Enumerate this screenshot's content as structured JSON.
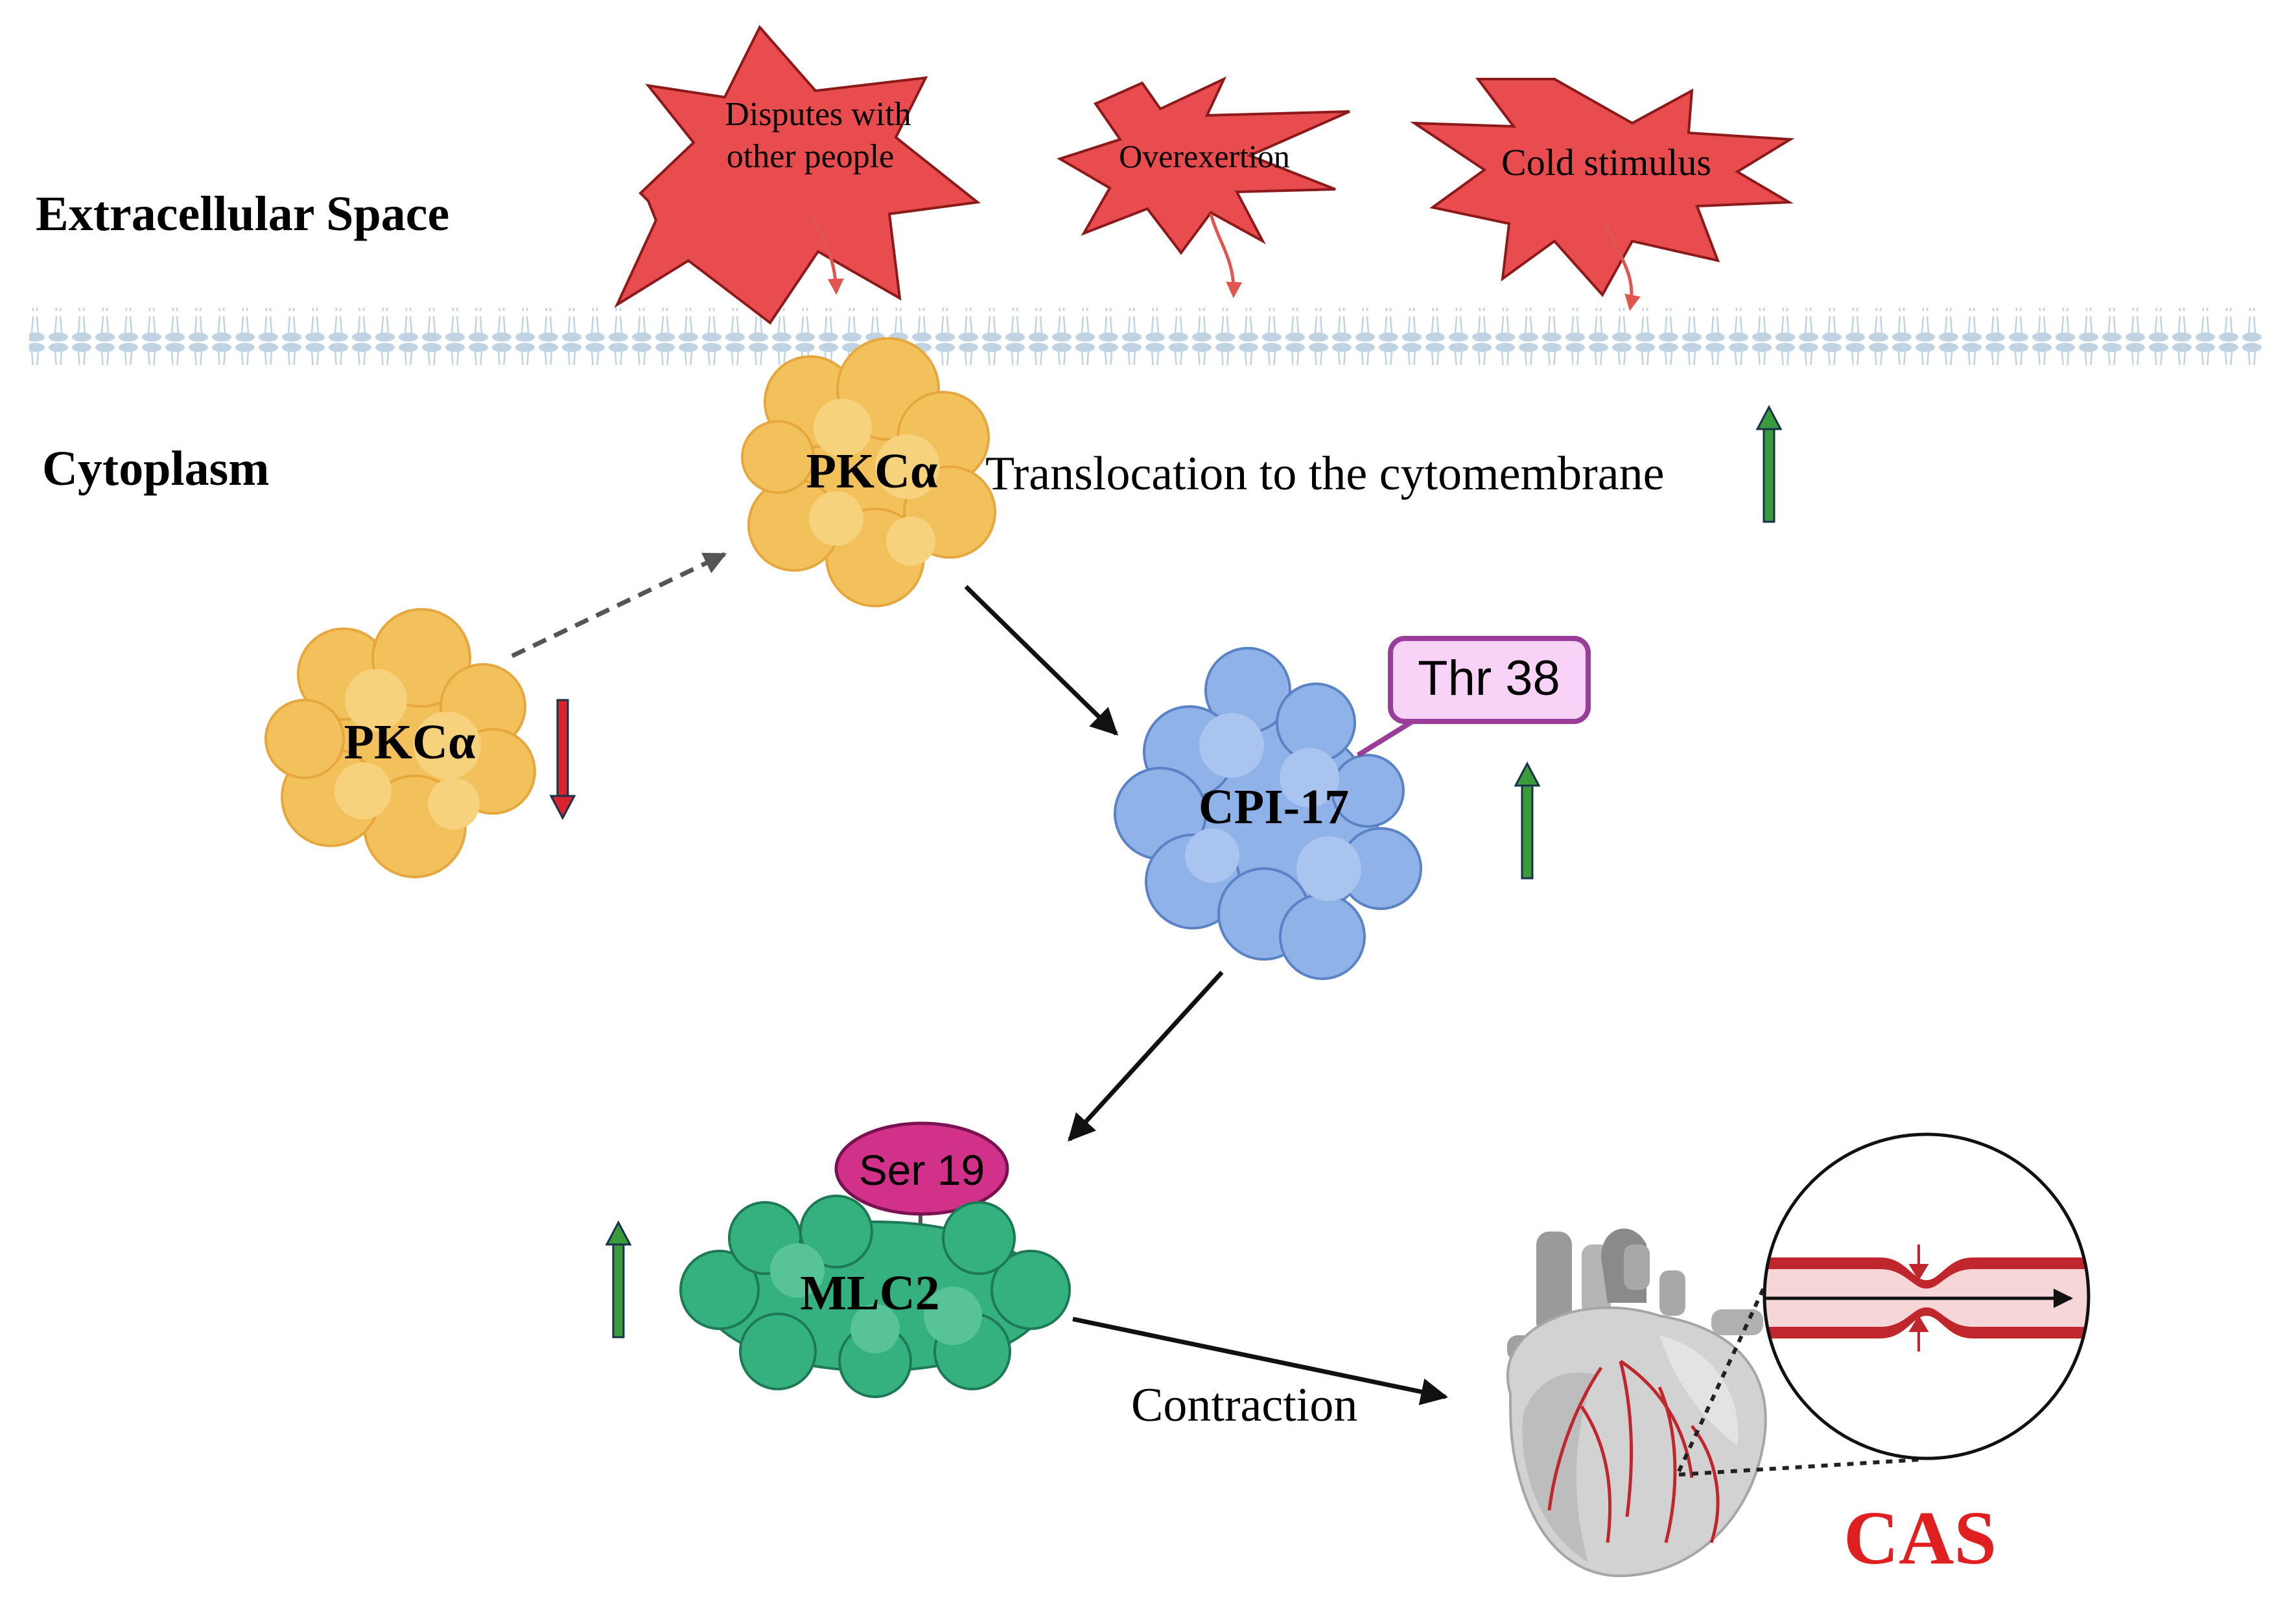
{
  "regions": {
    "extracellular": "Extracellular Space",
    "cytoplasm": "Cytoplasm"
  },
  "stimuli": [
    {
      "line1": "Disputes with",
      "line2": "other people"
    },
    {
      "line1": "Overexertion"
    },
    {
      "line1": "Cold stimulus"
    }
  ],
  "proteins": {
    "pkc_membrane": "PKCα",
    "pkc_cyto": "PKCα",
    "cpi17": "CPI-17",
    "mlc2": "MLC2"
  },
  "sites": {
    "thr": "Thr 38",
    "ser": "Ser 19"
  },
  "labels": {
    "translocation": "Translocation to the cytomembrane",
    "contraction": "Contraction",
    "outcome": "CAS"
  },
  "colors": {
    "stimulus_fill": "#e84c4f",
    "pkc": "#f3c15b",
    "cpi17": "#8fb2e8",
    "mlc2": "#35b07f",
    "thr_box": "#f9d3f7",
    "ser_box": "#d2318a",
    "up_arrow": "#3a9a3c",
    "down_arrow": "#d9232e",
    "outcome": "#e02020"
  }
}
